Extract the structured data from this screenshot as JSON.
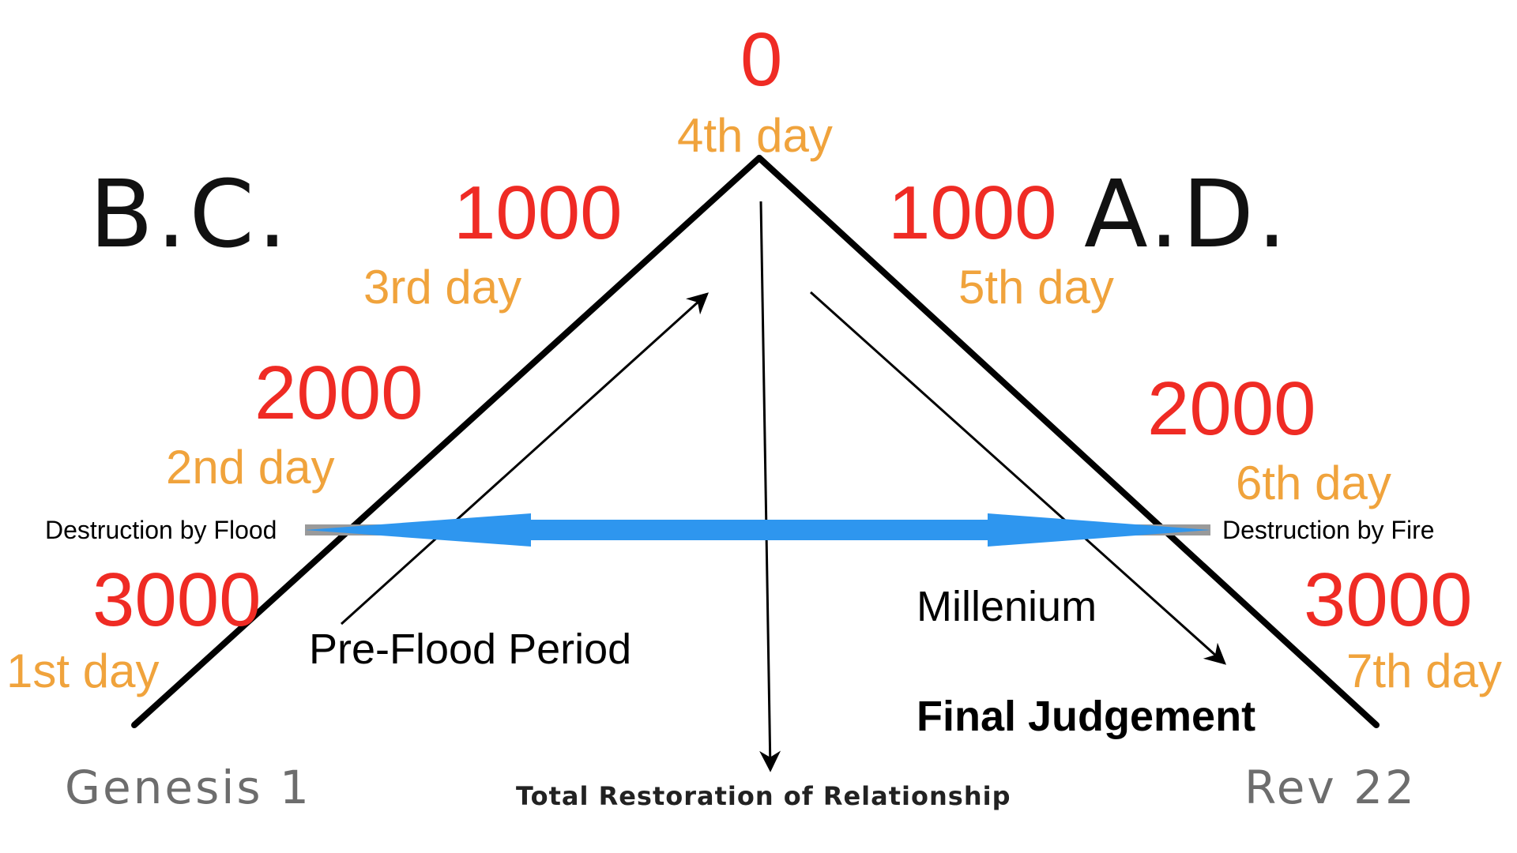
{
  "eras": {
    "bc": "B.C.",
    "ad": "A.D."
  },
  "years": {
    "top": "0",
    "left_1000": "1000",
    "left_2000": "2000",
    "left_3000": "3000",
    "right_1000": "1000",
    "right_2000": "2000",
    "right_3000": "3000"
  },
  "days": {
    "d1": "1st day",
    "d2": "2nd day",
    "d3": "3rd day",
    "d4": "4th day",
    "d5": "5th day",
    "d6": "6th day",
    "d7": "7th day"
  },
  "events": {
    "flood": "Destruction by Flood",
    "fire": "Destruction by Fire",
    "pre_flood": "Pre-Flood Period",
    "millenium": "Millenium",
    "final_judgement": "Final Judgement",
    "restoration": "Total Restoration of Relationship"
  },
  "books": {
    "start": "Genesis 1",
    "end": "Rev 22"
  },
  "colors": {
    "year": "#ef2b24",
    "day": "#f0a33c",
    "timeline_arrow": "#2e96ef",
    "timeline_bar": "#9a9a9a",
    "lines": "#000000",
    "book": "#6d6d6d"
  }
}
